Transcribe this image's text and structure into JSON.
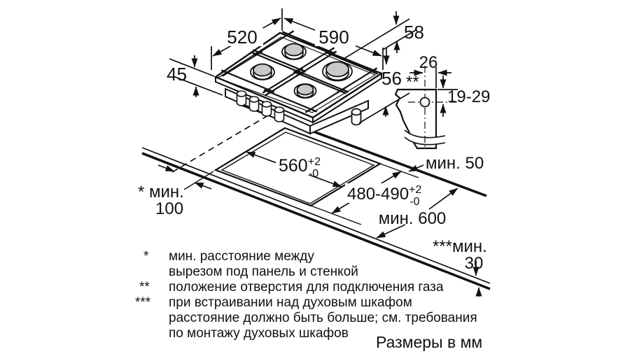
{
  "colors": {
    "line": "#111111",
    "burner_cap": "#c9c9c9",
    "background": "#ffffff"
  },
  "dims": {
    "depth": "520",
    "width": "590",
    "edge_offset": "58",
    "height": "45",
    "below_top": "56",
    "gas_offset": "26",
    "gas_note": "**",
    "gas_depth": "19-29",
    "min_back": "мин. 50",
    "cutout_width": "560",
    "cutout_depth": "480-490",
    "tol_plus": "+2",
    "tol_minus": "-0",
    "min_side_label": "* мин.",
    "min_side_value": "100",
    "worktop_depth": "мин. 600",
    "min_front_label": "***мин.",
    "min_front_value": "30"
  },
  "footnotes": {
    "n1": {
      "marker": "*",
      "line1": "мин. расстояние между",
      "line2": "вырезом под панель и стенкой"
    },
    "n2": {
      "marker": "**",
      "line1": "положение отверстия для подключения газа"
    },
    "n3": {
      "marker": "***",
      "line1": "при встраивании над духовым шкафом",
      "line2": "расстояние должно быть больше; см. требования",
      "line3": "по монтажу духовых шкафов"
    }
  },
  "footer": {
    "units": "Размеры в мм"
  }
}
